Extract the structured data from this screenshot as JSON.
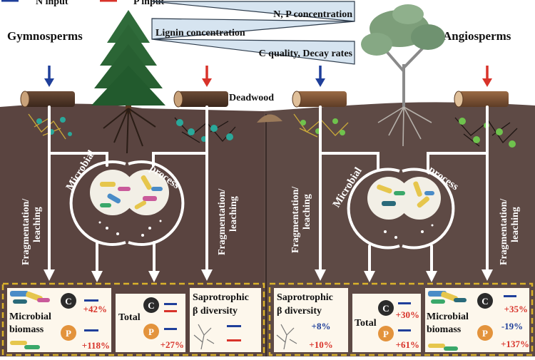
{
  "legend": {
    "n_input": "N input",
    "p_input": "P input"
  },
  "top": {
    "gymnosperms": "Gymnosperms",
    "angiosperms": "Angiosperms",
    "deadwood": "Deadwood",
    "wedges": [
      "N, P concentration",
      "Lignin concentration",
      "C quality, Decay rates"
    ]
  },
  "soil": {
    "fragmentation_line1": "Fragmentation/",
    "fragmentation_line2": "leaching",
    "microbial": "Microbial",
    "process": "process"
  },
  "results": {
    "left": {
      "microbial_line1": "Microbial",
      "microbial_line2": "biomass",
      "c_symbol": "C",
      "p_symbol": "P",
      "c_value": "+42%",
      "p_value": "+118%",
      "total": "Total",
      "total_p_value": "+27%",
      "sap_line1": "Saprotrophic",
      "sap_line2": "β diversity"
    },
    "right": {
      "sap_line1": "Saprotrophic",
      "sap_line2": "β diversity",
      "sap_n_value": "+8%",
      "sap_p_value": "+10%",
      "total": "Total",
      "total_c_value": "+30%",
      "total_p_value": "+61%",
      "microbial_line1": "Microbial",
      "microbial_line2": "biomass",
      "c_value": "+35%",
      "p_neg_value": "-19%",
      "p_value": "+137%"
    }
  },
  "colors": {
    "n_blue": "#1f3f9a",
    "p_red": "#d8332a",
    "soil_left": "#5a4440",
    "soil_right": "#5e4a45",
    "dash_gold": "#d9b12b"
  }
}
